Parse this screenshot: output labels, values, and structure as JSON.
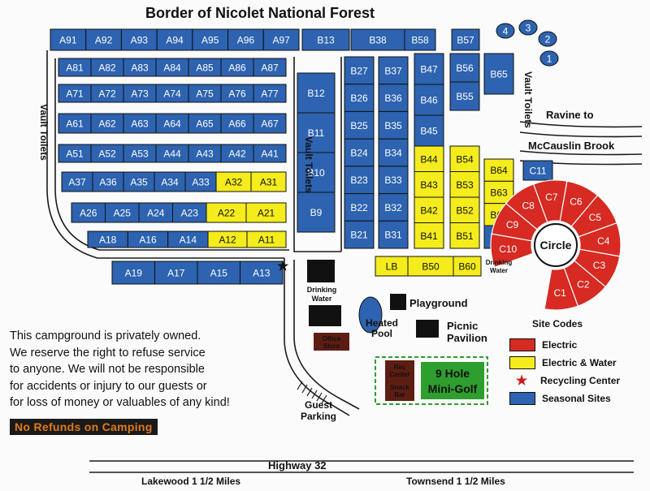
{
  "title": "Border of Nicolet National Forest",
  "colors": {
    "seasonal": "#2d63b0",
    "electric": "#d62a22",
    "electric_water": "#f4ec1c",
    "road": "#1b1b1b",
    "minigolf": "#2e9e2e",
    "store": "#5e1d12",
    "star": "#c81818"
  },
  "sites": {
    "top_row": [
      "A91",
      "A92",
      "A93",
      "A94",
      "A95",
      "A96",
      "A97",
      "B13",
      "B38",
      "B58",
      "B57"
    ],
    "row1": [
      "A81",
      "A82",
      "A83",
      "A84",
      "A85",
      "A86",
      "A87"
    ],
    "row2": [
      "A71",
      "A72",
      "A73",
      "A74",
      "A75",
      "A76",
      "A77"
    ],
    "row3": [
      "A61",
      "A62",
      "A63",
      "A64",
      "A65",
      "A66",
      "A67"
    ],
    "row4": [
      "A51",
      "A52",
      "A53",
      "A44",
      "A43",
      "A42",
      "A41"
    ],
    "row5_blue": [
      "A37",
      "A36",
      "A35",
      "A34",
      "A33"
    ],
    "row5_yellow": [
      "A32",
      "A31"
    ],
    "row6_blue": [
      "A26",
      "A25",
      "A24",
      "A23"
    ],
    "row6_yellow": [
      "A22",
      "A21"
    ],
    "row7_blue": [
      "A18",
      "A16",
      "A14"
    ],
    "row7_yellow": [
      "A12",
      "A11"
    ],
    "row8": [
      "A19",
      "A17",
      "A15",
      "A13"
    ],
    "col_b_left": [
      "B12",
      "B11",
      "B10",
      "B9"
    ],
    "col_b2": [
      "B27",
      "B26",
      "B25",
      "B24",
      "B23",
      "B22",
      "B21"
    ],
    "col_b3": [
      "B37",
      "B36",
      "B35",
      "B34",
      "B33",
      "B32",
      "B31"
    ],
    "col_b4_blue": [
      "B47",
      "B46",
      "B45"
    ],
    "col_b4_yellow": [
      "B44",
      "B43",
      "B42",
      "B41"
    ],
    "col_b5_blue": [
      "B56",
      "B55"
    ],
    "col_b5_yellow": [
      "B54",
      "B53",
      "B52",
      "B51"
    ],
    "col_b6": [
      "B65"
    ],
    "col_b6_yellow": [
      "B64",
      "B63",
      "B62"
    ],
    "col_b6_b61": "B61",
    "bottom_b": [
      "LB",
      "B50",
      "B60"
    ],
    "c11": "C11",
    "ponds": [
      "4",
      "3",
      "2",
      "1"
    ],
    "circle_sites": [
      "C10",
      "C9",
      "C8",
      "C7",
      "C6",
      "C5",
      "C4",
      "C3",
      "C2",
      "C1"
    ]
  },
  "labels": {
    "vault_toilets_left": "Vault Toilets",
    "vault_toilets_center": "Vault Toilets",
    "vault_toilets_right": "Vault Toilets",
    "ravine": "Ravine to",
    "mccauslin": "McCauslin Brook",
    "circle": "Circle",
    "drinking_water_right": "Drinking Water",
    "drinking_water_left": "Drinking Water",
    "playground": "Playground",
    "heated_pool": "Heated Pool",
    "picnic": "Picnic Pavilion",
    "office_store": "Office Store",
    "rec_center": "Rec Center",
    "snack_bar": "Snack Bar",
    "minigolf": "9 Hole Mini-Golf",
    "guest_parking": "Guest Parking",
    "highway": "Highway 32",
    "lakewood": "Lakewood 1 1/2 Miles",
    "townsend": "Townsend 1 1/2 Miles"
  },
  "notice": {
    "lines": [
      "This campground is privately owned.",
      "We reserve the right to refuse service",
      "to anyone. We will not be responsible",
      "for accidents or injury to our guests or",
      "for loss of money or valuables of any kind!"
    ],
    "refunds": "No Refunds on Camping"
  },
  "legend": {
    "title": "Site Codes",
    "items": [
      {
        "label": "Electric",
        "color": "#d62a22",
        "kind": "swatch"
      },
      {
        "label": "Electric & Water",
        "color": "#f4ec1c",
        "kind": "swatch"
      },
      {
        "label": "Recycling Center",
        "color": "#c81818",
        "kind": "star"
      },
      {
        "label": "Seasonal Sites",
        "color": "#2d63b0",
        "kind": "swatch"
      }
    ]
  }
}
